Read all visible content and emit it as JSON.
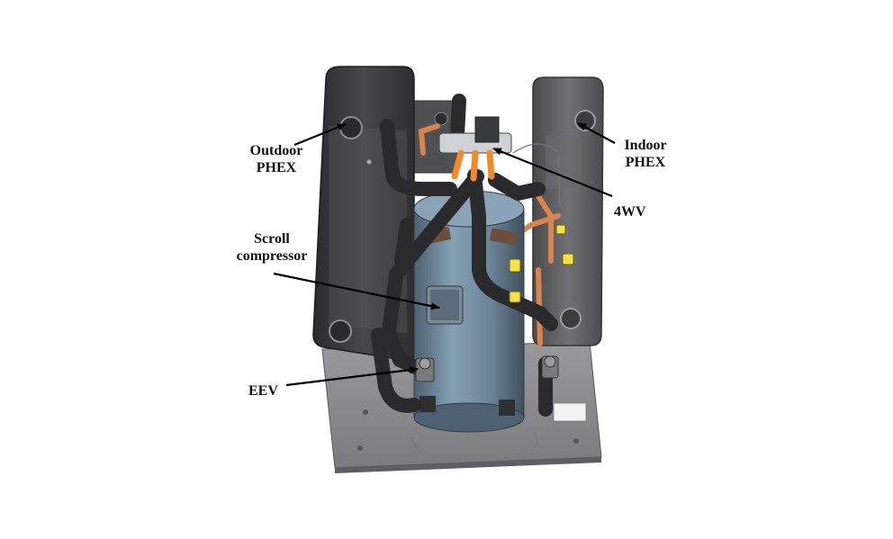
{
  "labels": {
    "outdoor_phex": [
      "Outdoor",
      "PHEX"
    ],
    "indoor_phex": [
      "Indoor",
      "PHEX"
    ],
    "four_way_valve": "4WV",
    "scroll_compressor": [
      "Scroll",
      "compressor"
    ],
    "eev": "EEV"
  },
  "colors": {
    "background": "#ffffff",
    "base_plate": "#8c8c8f",
    "outdoor_phex": "#3b3b3d",
    "indoor_phex": "#5a5a5d",
    "compressor": "#6f8aa0",
    "insulated_pipe": "#2a2a2c",
    "copper_pipe": "#d9844f",
    "valve_yellow": "#f3e24a",
    "leader_line": "#000000"
  }
}
